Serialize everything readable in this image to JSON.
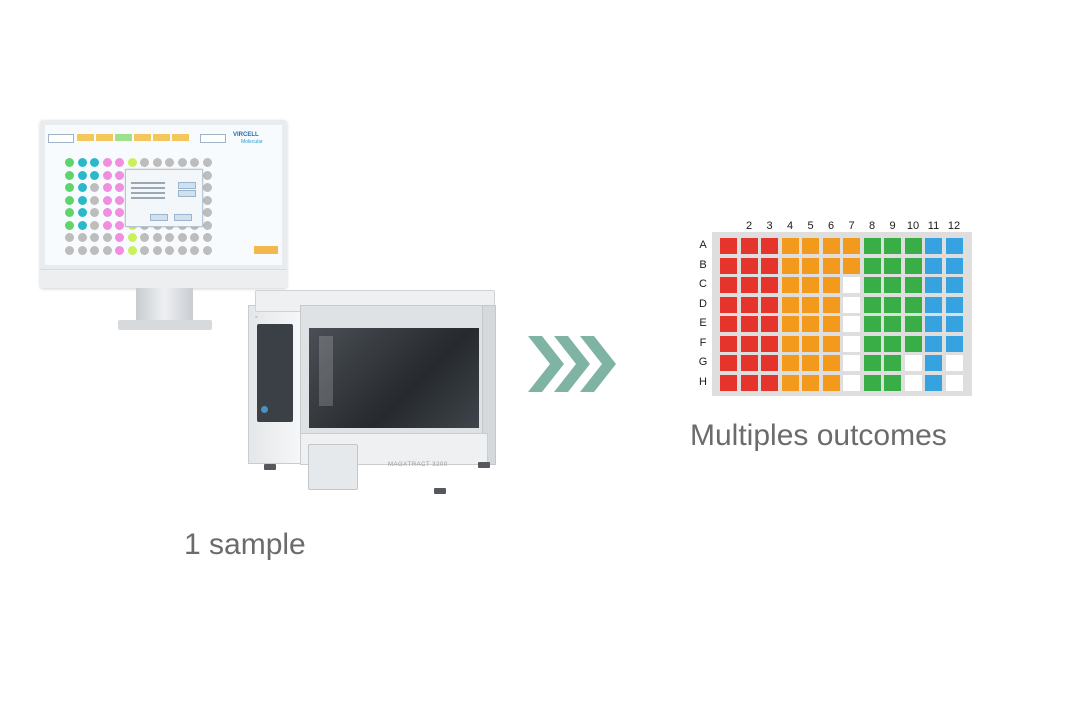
{
  "caption_left": "1 sample",
  "caption_right": "Multiples outcomes",
  "monitor": {
    "brand_line1": "VIRCELL",
    "brand_line2": "Molecular"
  },
  "plate": {
    "column_labels": [
      "2",
      "3",
      "4",
      "5",
      "6",
      "7",
      "8",
      "9",
      "10",
      "11",
      "12"
    ],
    "row_labels": [
      "A",
      "B",
      "C",
      "D",
      "E",
      "F",
      "G",
      "H"
    ],
    "colors": {
      "red": "#e5342b",
      "orange": "#f39a1c",
      "green": "#39ad46",
      "blue": "#36a3e0",
      "empty": "#ffffff"
    },
    "grid": [
      [
        "red",
        "red",
        "red",
        "orange",
        "orange",
        "orange",
        "orange",
        "green",
        "green",
        "green",
        "blue",
        "blue"
      ],
      [
        "red",
        "red",
        "red",
        "orange",
        "orange",
        "orange",
        "orange",
        "green",
        "green",
        "green",
        "blue",
        "blue"
      ],
      [
        "red",
        "red",
        "red",
        "orange",
        "orange",
        "orange",
        "empty",
        "green",
        "green",
        "green",
        "blue",
        "blue"
      ],
      [
        "red",
        "red",
        "red",
        "orange",
        "orange",
        "orange",
        "empty",
        "green",
        "green",
        "green",
        "blue",
        "blue"
      ],
      [
        "red",
        "red",
        "red",
        "orange",
        "orange",
        "orange",
        "empty",
        "green",
        "green",
        "green",
        "blue",
        "blue"
      ],
      [
        "red",
        "red",
        "red",
        "orange",
        "orange",
        "orange",
        "empty",
        "green",
        "green",
        "green",
        "blue",
        "blue"
      ],
      [
        "red",
        "red",
        "red",
        "orange",
        "orange",
        "orange",
        "empty",
        "green",
        "green",
        "empty",
        "blue",
        "empty"
      ],
      [
        "red",
        "red",
        "red",
        "orange",
        "orange",
        "orange",
        "empty",
        "green",
        "green",
        "empty",
        "blue",
        "empty"
      ]
    ]
  },
  "arrow_color": "#7fb4a5"
}
